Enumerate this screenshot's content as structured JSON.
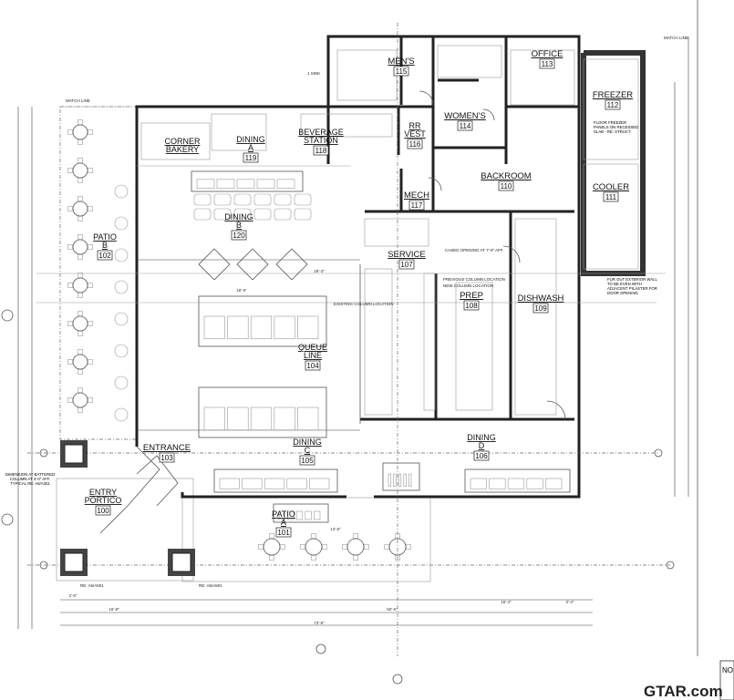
{
  "drawing": {
    "rooms": [
      {
        "name": "ENTRY PORTICO",
        "number": "100"
      },
      {
        "name": "PATIO A",
        "number": "101"
      },
      {
        "name": "PATIO B",
        "number": "102"
      },
      {
        "name": "ENTRANCE",
        "number": "103"
      },
      {
        "name": "QUEUE LINE",
        "number": "104"
      },
      {
        "name": "DINING C",
        "number": "105"
      },
      {
        "name": "DINING D",
        "number": "106"
      },
      {
        "name": "SERVICE",
        "number": "107"
      },
      {
        "name": "PREP",
        "number": "108"
      },
      {
        "name": "DISHWASH",
        "number": "109"
      },
      {
        "name": "BACKROOM",
        "number": "110"
      },
      {
        "name": "COOLER",
        "number": "111"
      },
      {
        "name": "FREEZER",
        "number": "112"
      },
      {
        "name": "OFFICE",
        "number": "113"
      },
      {
        "name": "WOMEN'S",
        "number": "114"
      },
      {
        "name": "MEN'S",
        "number": "115"
      },
      {
        "name": "RR VEST",
        "number": "116"
      },
      {
        "name": "MECH",
        "number": "117"
      },
      {
        "name": "BEVERAGE STATION",
        "number": "118"
      },
      {
        "name": "DINING A",
        "number": "119"
      },
      {
        "name": "DINING B",
        "number": "120"
      },
      {
        "name": "CORNER BAKERY",
        "number": ""
      }
    ],
    "notes": {
      "match_line": "MATCH LINE",
      "match_line_left": "MATCH LINE",
      "cased_opening": "CASED OPENING AT 7'-0\" AFF.",
      "previous_column": "PREVIOUS COLUMN LOCATION",
      "new_column": "NEW COLUMN LOCATION",
      "existing_column": "EXISTING COLUMN LOCATION",
      "freezer_floor": "FLOOR FREEZER PANELS ON RECESSED SLAB - RE: STRUCT",
      "fur_out": "FUR OUT EXTERIOR WALL TO BE EVEN WITH ADJACENT PILASTER FOR DOOR OPENING",
      "battered_column": "DIMENSION AT BATTERED COLUMN AT 4'-0\" AFF. TYPICAL RE: A5/A301",
      "re_1": "RE: A5/A501",
      "re_2": "RE: A5/A501",
      "sink": "1 SINK"
    },
    "dimensions": {
      "overall": "73'-8\"",
      "right_segment": "50'-5\"",
      "left_segment": "16'-8\"",
      "dining_b_width": "28'-3\"",
      "queue_width": "18'-6\"",
      "patio_a_width": "13'-6\"",
      "right_bottom": "15'-4\"",
      "bottom_right_end": "3'-4\"",
      "column_width": "2'-8\""
    },
    "watermark": "GTAR.com",
    "corner_note": "NO"
  }
}
